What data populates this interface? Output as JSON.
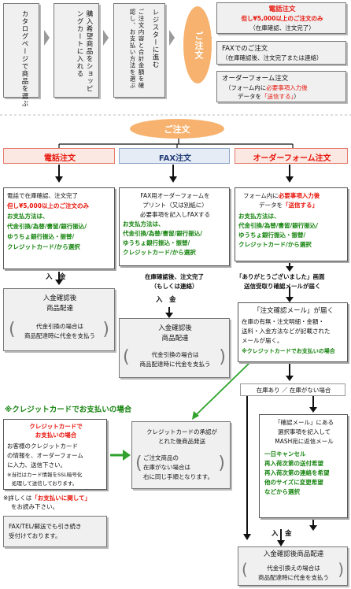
{
  "top_flow": {
    "steps": [
      "カタログページで商品を選ぶ",
      "購入希望商品をショッピングカートに入れる",
      "レジスターに進む",
      "ご注文内容と合計金額を確認し、お支払い方法を選ぶ"
    ],
    "order_ellipse": "ご注文",
    "phone": {
      "title": "電話注文",
      "price": "但し¥5,000以上のご注文のみ",
      "note": "（在庫確認、注文完了）"
    },
    "fax": {
      "title": "FAXでのご注文",
      "note": "（在庫確認後、注文完了または連絡）"
    },
    "form": {
      "title": "オーダーフォーム注文",
      "l1a": "（フォーム内に",
      "l1b": "必要事項入力後",
      "l2a": "データを",
      "l2b": "「送信する」",
      "l2c": "）"
    }
  },
  "order_header": "ご注文",
  "headers": {
    "phone": "電話注文",
    "fax": "FAX注文",
    "form": "オーダーフォーム注文"
  },
  "phone_col": {
    "l1": "電話で在庫確認、注文完了",
    "l2": "但し¥5,000以上のご注文のみ",
    "l3": "お支払方法は、",
    "l4": "代金引換/為替/書留/銀行振込/",
    "l5": "ゆうちょ銀行振込・振替/",
    "l6": "クレジットカード/から選択",
    "payment": "入　金",
    "confirm_title1": "入金確認後",
    "confirm_title2": "商品配達",
    "cod1": "代金引換の場合は",
    "cod2": "商品配達時に代金を支払う"
  },
  "fax_col": {
    "l1": "FAX用オーダーフォームを",
    "l2": "プリント（又は別紙に）",
    "l3": "必要事項を記入しFAXする",
    "l4": "お支払方法は、",
    "l5": "代金引換/為替/書留/銀行振込/",
    "l6": "ゆうちょ銀行振込・振替/",
    "l7": "クレジットカード/から選択",
    "after1": "在庫確認後、注文完了",
    "after2": "（もしくは連絡）",
    "payment": "入　金",
    "confirm_title1": "入金確認後",
    "confirm_title2": "商品配達",
    "cod1": "代金引換の場合は",
    "cod2": "商品配達時に代金を支払う"
  },
  "form_col": {
    "l1": "フォーム内に",
    "l1r": "必要事項入力後",
    "l2a": "データを",
    "l2r": "「送信する」",
    "l3": "お支払方法は、",
    "l4": "代金引換/為替/書留/銀行振込/",
    "l5": "ゆうちょ銀行振込・振替/",
    "l6": "クレジットカード/から選択",
    "thanks1": "「ありがとうございました」画面",
    "thanks2": "送信受取り確認メールが届く",
    "mail_title": "「注文確認メール」が届く",
    "mail1": "在庫の有無・注文明細・金額・",
    "mail2": "送料・入金方法などが記載された",
    "mail3": "メールが届く。",
    "mail4": "※クレジットカードでお支払いの場合",
    "stock": "在庫あり ／ 在庫がない場合",
    "kakunin1": "「確認メール」にある",
    "kakunin2": "選択事項を記入して",
    "kakunin3": "MASH宛に返信メール",
    "opt1": "一日キャンセル",
    "opt2": "再入荷次第の送付希望",
    "opt3": "再入荷次第の連絡を希望",
    "opt4": "他のサイズに変更希望",
    "opt5": "などから選択",
    "payment": "入　金",
    "final_title": "入金確認後商品配達",
    "final1": "代金引換えの場合は",
    "final2": "商品配達時に代金を支払う"
  },
  "credit": {
    "heading": "※クレジットカードでお支払いの場合",
    "box_t1": "クレジットカードで",
    "box_t2": "お支払いの場合",
    "b1": "お客様のクレジットカード",
    "b2": "の情報を、オーダーフォーム",
    "b3": "に入力、送信下さい。",
    "b4": "※当社はカード情報をSSL暗号化",
    "b5": "処理して送信しております。",
    "detail1a": "※詳しくは",
    "detail1b": "「お支払いに関して」",
    "detail2": "をお読み下さい。",
    "approve1": "クレジットカードの承認が",
    "approve2": "とれた後商品発送",
    "approve3": "ご注文商品の",
    "approve4": "在庫がない場合は",
    "approve5": "右に同じ手順となります。"
  },
  "fax_tel_note1": "FAX/TEL/郵送でも引き続き",
  "fax_tel_note2": "受付けております。"
}
